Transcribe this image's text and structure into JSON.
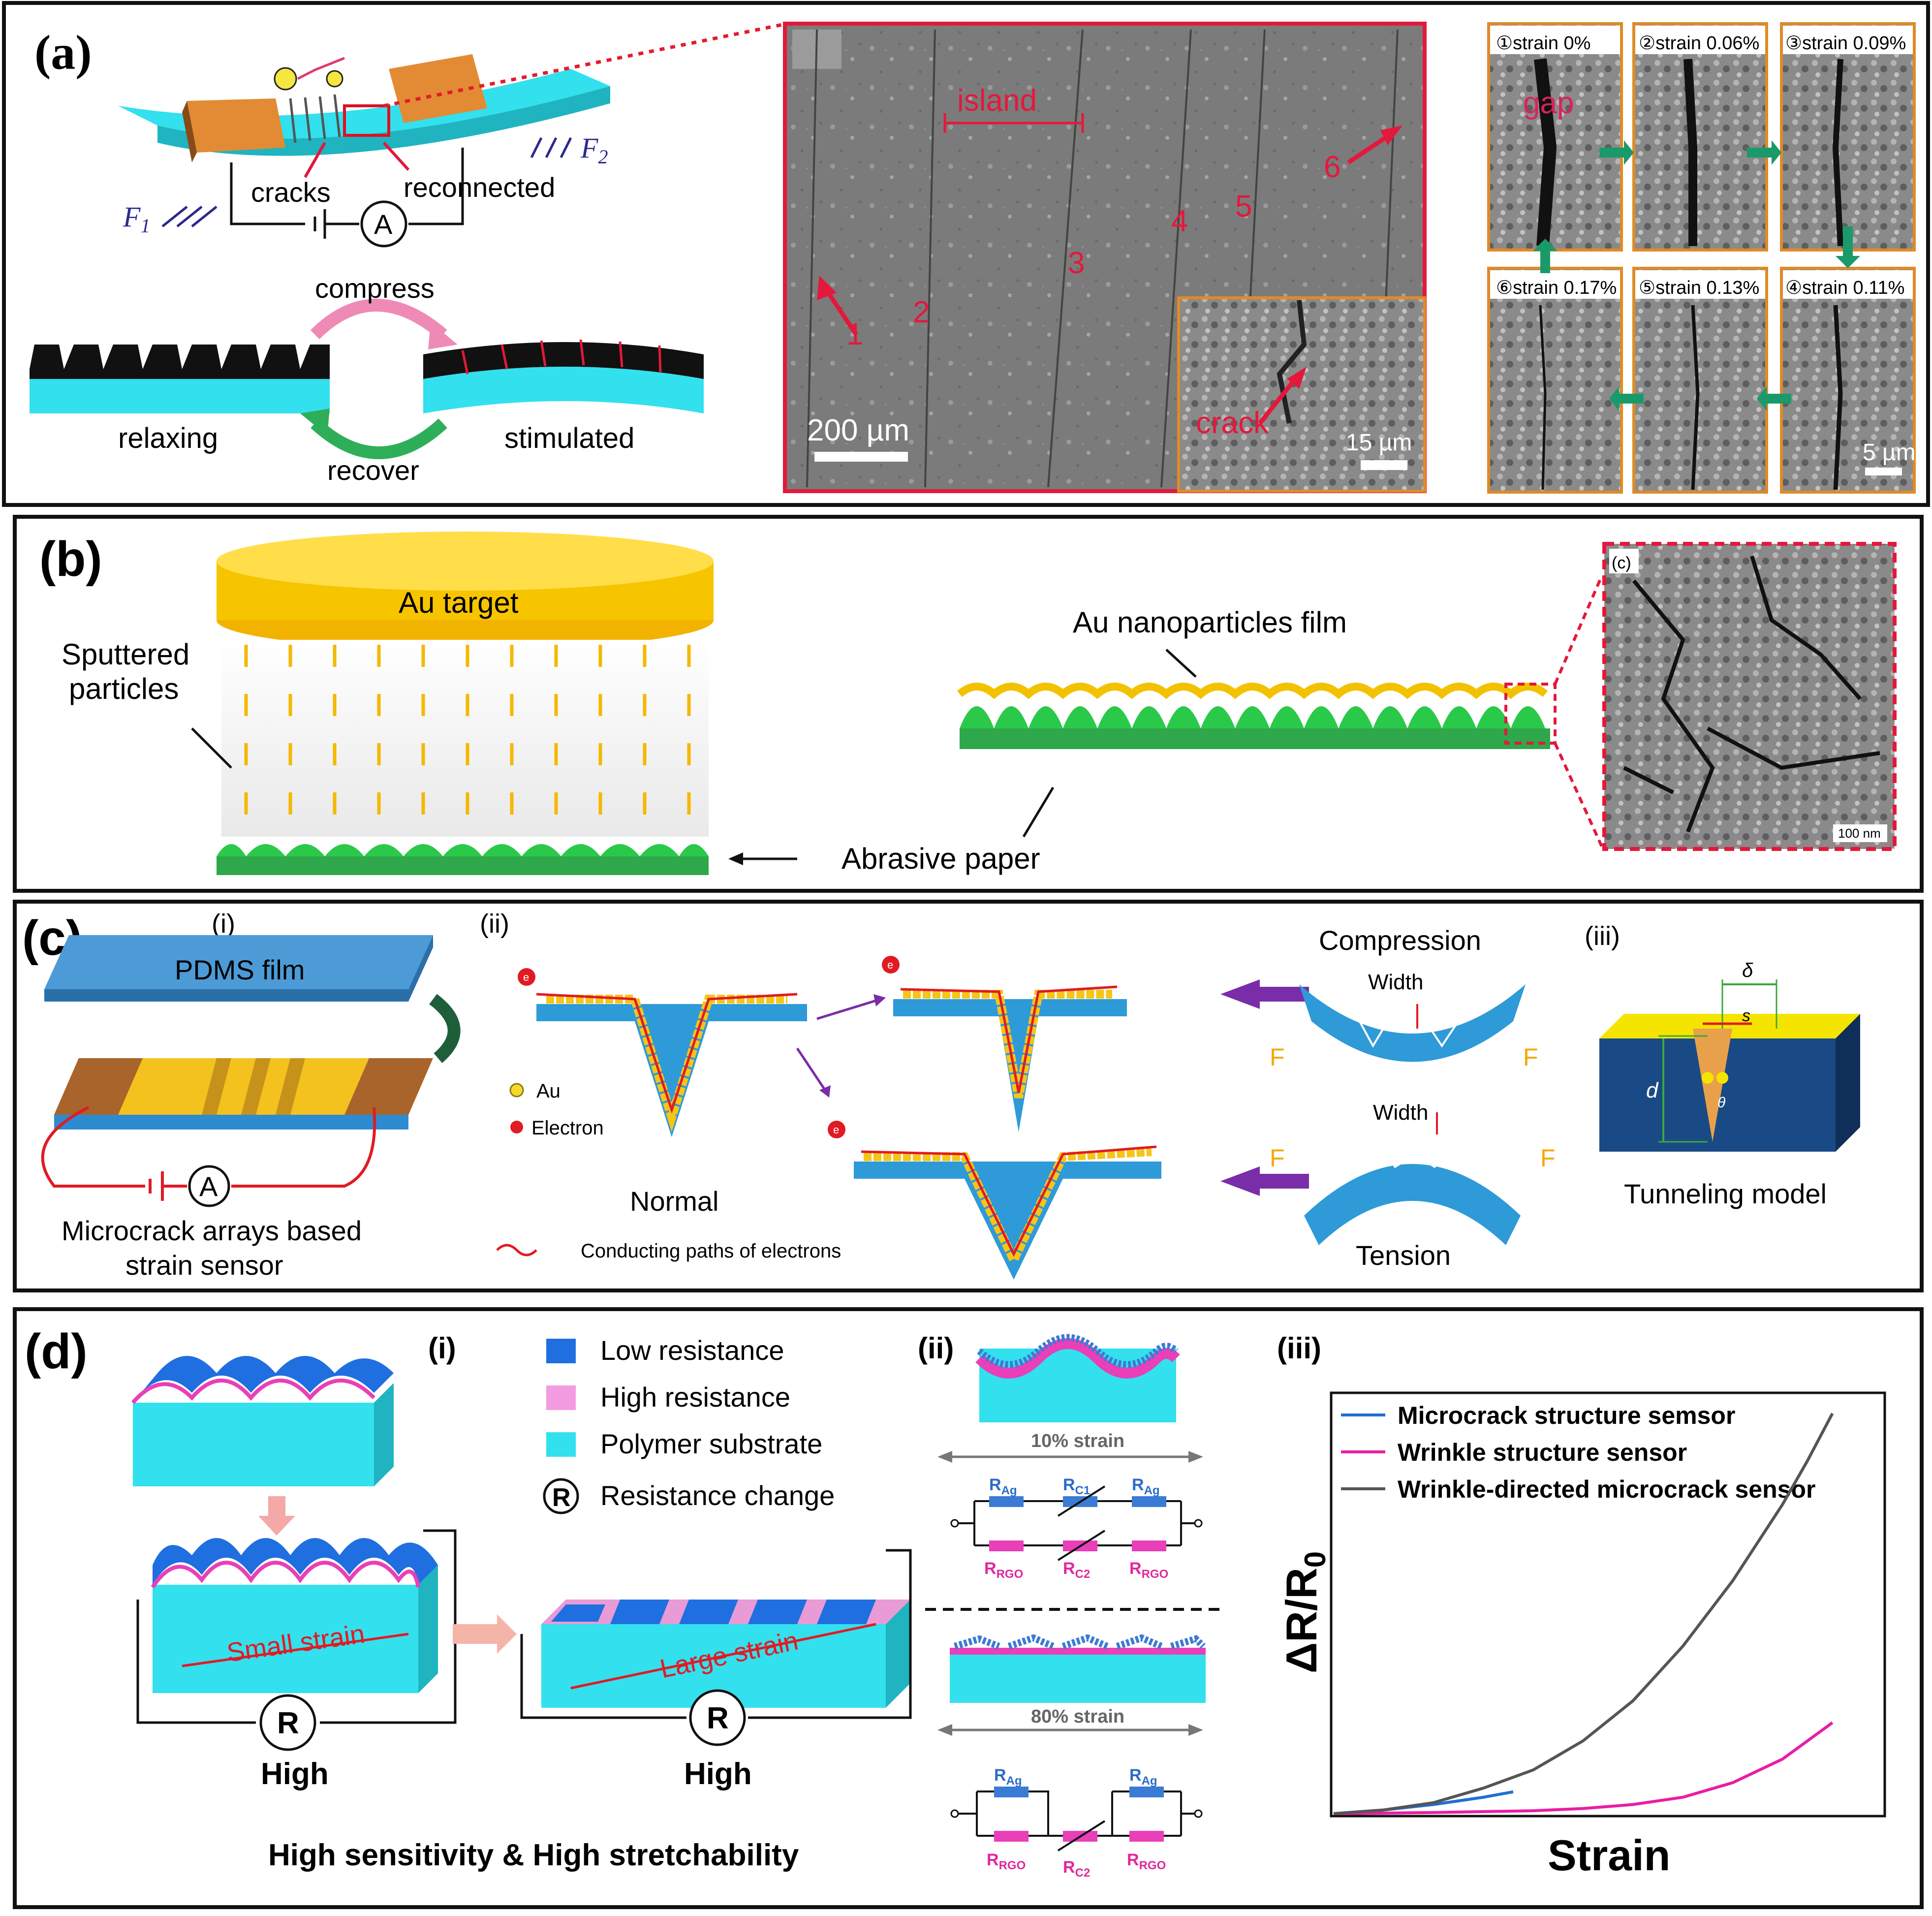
{
  "panel_a": {
    "label": "(a)",
    "schematic": {
      "cracks": "cracks",
      "reconnected": "reconnected",
      "f1": "F",
      "f1_sub": "1",
      "f2": "F",
      "f2_sub": "2",
      "ammeter": "A",
      "compress": "compress",
      "recover": "recover",
      "relaxing": "relaxing",
      "stimulated": "stimulated"
    },
    "sem": {
      "island": "island",
      "markers": [
        "1",
        "2",
        "3",
        "4",
        "5",
        "6"
      ],
      "scale": "200 µm",
      "inset_crack": "crack",
      "inset_scale": "15 µm"
    },
    "strain_frames": [
      {
        "label": "①strain 0%",
        "overlay": "gap"
      },
      {
        "label": "②strain 0.06%",
        "overlay": ""
      },
      {
        "label": "③strain 0.09%",
        "overlay": ""
      },
      {
        "label": "⑥strain 0.17%",
        "overlay": ""
      },
      {
        "label": "⑤strain 0.13%",
        "overlay": ""
      },
      {
        "label": "④strain 0.11%",
        "overlay": "5 µm"
      }
    ]
  },
  "panel_b": {
    "label": "(b)",
    "au_target": "Au target",
    "sputtered_1": "Sputtered",
    "sputtered_2": "particles",
    "film": "Au nanoparticles film",
    "abrasive": "Abrasive paper",
    "sem_label": "(c)",
    "sem_scale": "100 nm"
  },
  "panel_c": {
    "label": "(c)",
    "sub_i": "(i)",
    "sub_ii": "(ii)",
    "sub_iii": "(iii)",
    "pdms": "PDMS film",
    "ammeter": "A",
    "sensor_1": "Microcrack arrays based",
    "sensor_2": "strain sensor",
    "legend_au": "Au",
    "legend_electron": "Electron",
    "electron_glyph": "e",
    "normal": "Normal",
    "conducting": "Conducting paths of electrons",
    "compression": "Compression",
    "tension": "Tension",
    "width": "Width",
    "force": "F",
    "delta": "δ",
    "s": "s",
    "d": "d",
    "theta": "θ",
    "tunneling": "Tunneling model"
  },
  "panel_d": {
    "label": "(d)",
    "sub_i": "(i)",
    "sub_ii": "(ii)",
    "sub_iii": "(iii)",
    "legend": [
      "Low resistance",
      "High resistance",
      "Polymer substrate",
      "Resistance change"
    ],
    "resistor_glyph": "R",
    "small_strain": "Small strain",
    "large_strain": "Large strain",
    "high_1": "High",
    "high_2": "High",
    "bottom": "High sensitivity & High stretchability",
    "strain_10": "10% strain",
    "strain_80": "80% strain",
    "circuit_10": {
      "top": [
        "R",
        "R",
        "R"
      ],
      "top_sub": [
        "Ag",
        "C1",
        "Ag"
      ],
      "bottom": [
        "R",
        "R",
        "R"
      ],
      "bottom_sub": [
        "RGO",
        "C2",
        "RGO"
      ]
    },
    "circuit_80": {
      "top": [
        "R",
        "R"
      ],
      "top_sub": [
        "Ag",
        "Ag"
      ],
      "bottom": [
        "R",
        "R",
        "R"
      ],
      "bottom_sub": [
        "RGO",
        "C2",
        "RGO"
      ]
    }
  },
  "chart_data": {
    "type": "line",
    "xlabel": "Strain",
    "ylabel": "ΔR/R",
    "ylabel_sub": "0",
    "legend_position": "top-left",
    "series": [
      {
        "name": "Microcrack structure semsor",
        "color": "#1f6fd1",
        "x": [
          0,
          0.1,
          0.2,
          0.3,
          0.36
        ],
        "y": [
          0,
          0.01,
          0.025,
          0.045,
          0.06
        ]
      },
      {
        "name": "Wrinkle structure sensor",
        "color": "#e81ea6",
        "x": [
          0,
          0.2,
          0.4,
          0.5,
          0.6,
          0.7,
          0.8,
          0.9,
          1.0
        ],
        "y": [
          0,
          0.003,
          0.008,
          0.014,
          0.025,
          0.045,
          0.085,
          0.15,
          0.25
        ]
      },
      {
        "name": "Wrinkle-directed microcrack sensor",
        "color": "#555555",
        "x": [
          0,
          0.1,
          0.2,
          0.3,
          0.4,
          0.5,
          0.6,
          0.7,
          0.8,
          0.9,
          0.95,
          1.0
        ],
        "y": [
          0,
          0.01,
          0.03,
          0.07,
          0.12,
          0.2,
          0.31,
          0.46,
          0.64,
          0.85,
          0.97,
          1.1
        ]
      }
    ],
    "xlim": [
      0,
      1.1
    ],
    "ylim": [
      0,
      1.15
    ]
  },
  "colors": {
    "cyan": "#33e0ee",
    "orange": "#c87a2e",
    "gold": "#f5c518",
    "green": "#27b53b",
    "blue": "#2e9ad8",
    "navy": "#163d6e",
    "red": "#e0283c",
    "magenta": "#e93fb8",
    "frame": "#e08a26",
    "purple": "#7a2da8"
  }
}
